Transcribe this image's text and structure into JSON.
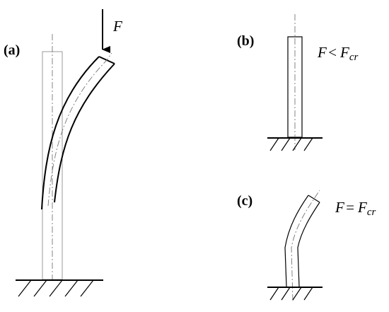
{
  "panels": {
    "a": {
      "label": "(a)",
      "force": "F"
    },
    "b": {
      "label": "(b)",
      "condition": {
        "lhs": "F",
        "op": "<",
        "rhs": "F",
        "rhs_sub": "cr"
      }
    },
    "c": {
      "label": "(c)",
      "condition": {
        "lhs": "F",
        "op": "=",
        "rhs": "F",
        "rhs_sub": "cr"
      }
    }
  },
  "colors": {
    "ink": "#000000",
    "ghost": "#9a9a9a",
    "axis": "#777777"
  }
}
